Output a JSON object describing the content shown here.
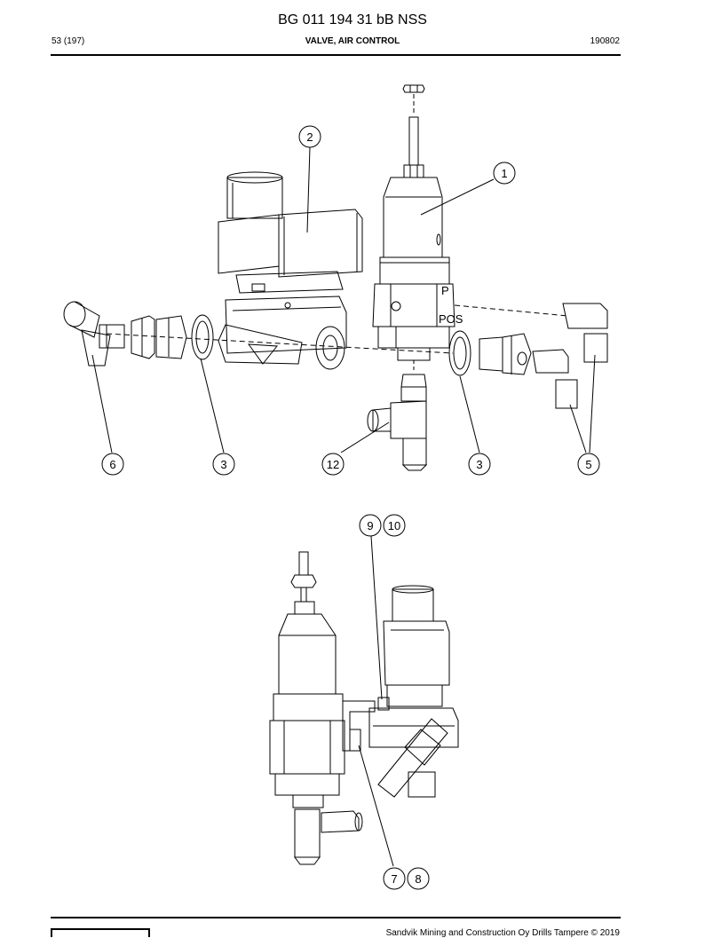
{
  "header": {
    "document_title": "BG 011 194 31 bB NSS",
    "page_info": "53 (197)",
    "section_title": "VALVE, AIR CONTROL",
    "date_code": "190802"
  },
  "callouts": [
    "1",
    "2",
    "3",
    "3",
    "5",
    "6",
    "7",
    "8",
    "9",
    "10",
    "12"
  ],
  "part_marks": {
    "port_p": "P",
    "port_pos": "POS"
  },
  "footer": {
    "copyright": "Sandvik Mining and Construction Oy Drills Tampere © 2019"
  }
}
